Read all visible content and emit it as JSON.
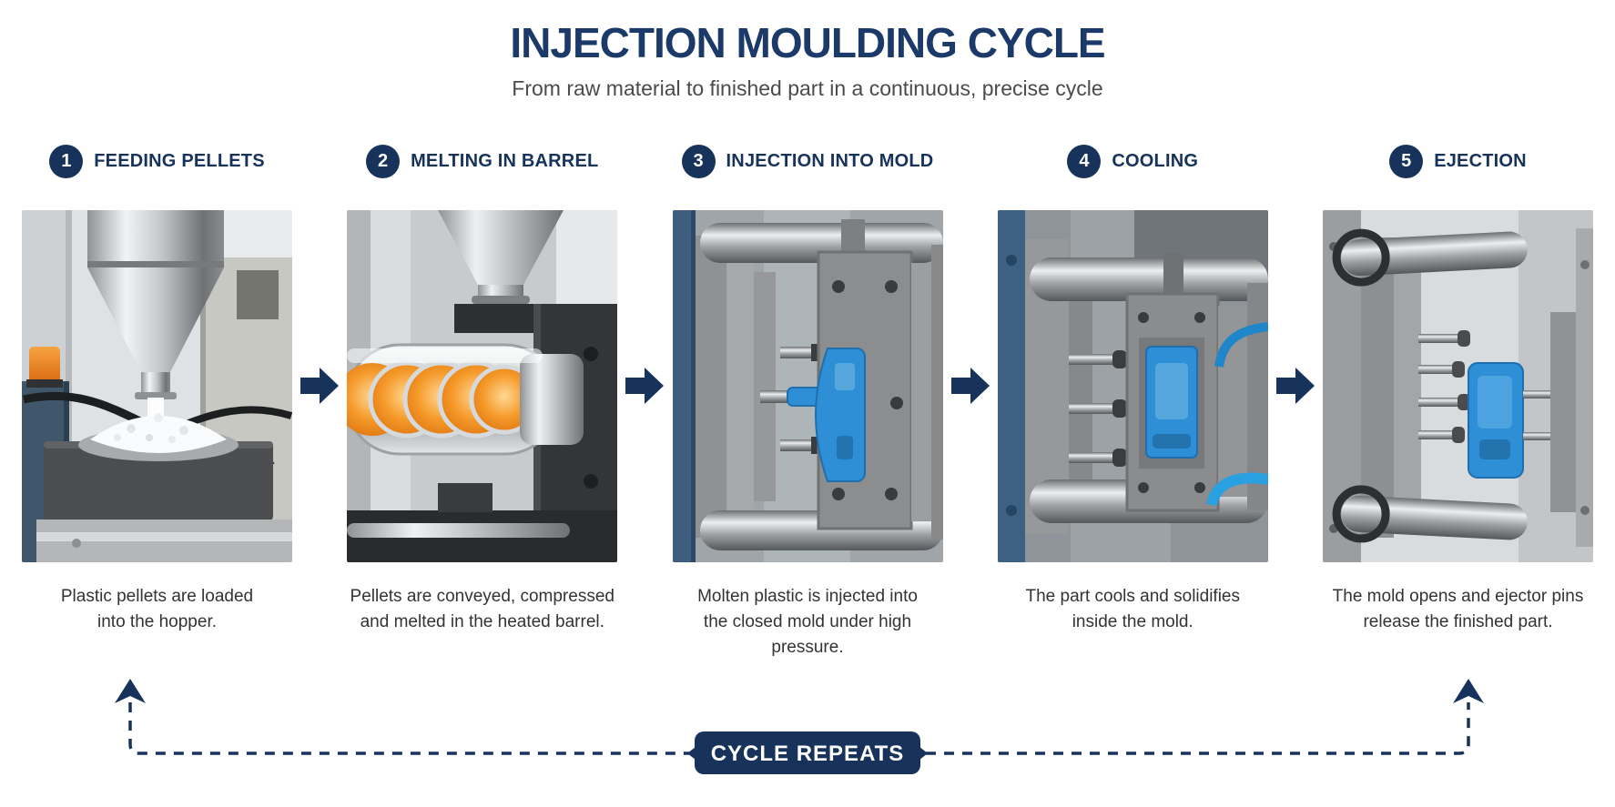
{
  "page": {
    "title": "INJECTION MOULDING CYCLE",
    "subtitle": "From raw material to finished part in a continuous, precise cycle"
  },
  "steps": [
    {
      "number": "1",
      "label": "FEEDING PELLETS",
      "caption_line1": "Plastic pellets are loaded",
      "caption_line2": "into the hopper.",
      "photo_desc": "Stainless steel hopper pouring white plastic pellets onto machine with blue cabinet and orange beacon"
    },
    {
      "number": "2",
      "label": "MELTING IN BARREL",
      "caption_line1": "Pellets are conveyed, compressed",
      "caption_line2": "and melted in the heated barrel.",
      "photo_desc": "Transparent heated barrel with glowing orange screw melting plastic below steel hopper"
    },
    {
      "number": "3",
      "label": "INJECTION INTO MOLD",
      "caption_line1": "Molten plastic is injected into",
      "caption_line2": "the closed mold under high pressure.",
      "photo_desc": "Closed steel mold between tie bars with blue molten plastic part at injection nozzle"
    },
    {
      "number": "4",
      "label": "COOLING",
      "caption_line1": "The part cools and solidifies",
      "caption_line2": "inside the mold.",
      "photo_desc": "Blue part solidifying inside steel mold plates with coolant hoses"
    },
    {
      "number": "5",
      "label": "EJECTION",
      "caption_line1": "The mold opens and ejector pins",
      "caption_line2": "release the finished part.",
      "photo_desc": "Open mold with ejector pins pushing out finished blue plastic part"
    }
  ],
  "flow": {
    "step_arrow_icon": "arrow-right-icon",
    "loop_arrow_icon": "arrow-up-icon",
    "cycle_label": "CYCLE REPEATS"
  },
  "colors": {
    "navy": "#17335B",
    "title_navy": "#1B3A69",
    "subtitle_gray": "#4B4B4B",
    "caption_gray": "#333333",
    "part_blue": "#2E8FD6",
    "heat_orange": "#F0861B",
    "background": "#FFFFFF"
  }
}
